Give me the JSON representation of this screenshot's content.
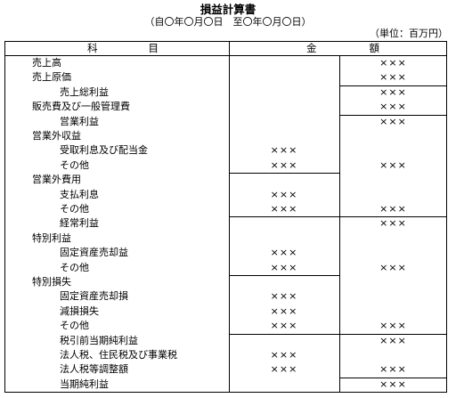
{
  "header": {
    "title": "損益計算書",
    "period": "（自〇年〇月〇日　至〇年〇月〇日）",
    "unit": "（単位：百万円）"
  },
  "columns": {
    "subject": [
      "科",
      "目"
    ],
    "amount": [
      "金",
      "額"
    ]
  },
  "rows": [
    {
      "label": "売上高",
      "indent": 0,
      "v1": "",
      "v2": "×××"
    },
    {
      "label": "売上原価",
      "indent": 0,
      "v1": "",
      "v2": "×××"
    },
    {
      "label": "売上総利益",
      "indent": 1,
      "v1": "",
      "v2": "×××"
    },
    {
      "label": "販売費及び一般管理費",
      "indent": 0,
      "v1": "",
      "v2": "×××"
    },
    {
      "label": "営業利益",
      "indent": 1,
      "v1": "",
      "v2": "×××"
    },
    {
      "label": "営業外収益",
      "indent": 0,
      "v1": "",
      "v2": ""
    },
    {
      "label": "受取利息及び配当金",
      "indent": 1,
      "v1": "×××",
      "v2": ""
    },
    {
      "label": "その他",
      "indent": 1,
      "v1": "×××",
      "v2": "×××"
    },
    {
      "label": "営業外費用",
      "indent": 0,
      "v1": "",
      "v2": ""
    },
    {
      "label": "支払利息",
      "indent": 1,
      "v1": "×××",
      "v2": ""
    },
    {
      "label": "その他",
      "indent": 1,
      "v1": "×××",
      "v2": "×××"
    },
    {
      "label": "経常利益",
      "indent": 1,
      "v1": "",
      "v2": "×××"
    },
    {
      "label": "特別利益",
      "indent": 0,
      "v1": "",
      "v2": ""
    },
    {
      "label": "固定資産売却益",
      "indent": 1,
      "v1": "×××",
      "v2": ""
    },
    {
      "label": "その他",
      "indent": 1,
      "v1": "×××",
      "v2": "×××"
    },
    {
      "label": "特別損失",
      "indent": 0,
      "v1": "",
      "v2": ""
    },
    {
      "label": "固定資産売却損",
      "indent": 1,
      "v1": "×××",
      "v2": ""
    },
    {
      "label": "減損損失",
      "indent": 1,
      "v1": "×××",
      "v2": ""
    },
    {
      "label": "その他",
      "indent": 1,
      "v1": "×××",
      "v2": "×××"
    },
    {
      "label": "税引前当期純利益",
      "indent": 1,
      "v1": "",
      "v2": "×××"
    },
    {
      "label": "法人税、住民税及び事業税",
      "indent": 1,
      "v1": "×××",
      "v2": ""
    },
    {
      "label": "法人税等調整額",
      "indent": 1,
      "v1": "×××",
      "v2": "×××"
    },
    {
      "label": "当期純利益",
      "indent": 1,
      "v1": "",
      "v2": "×××"
    }
  ]
}
